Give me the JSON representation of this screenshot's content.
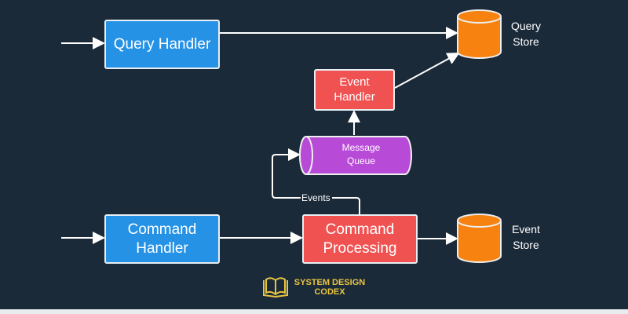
{
  "nodes": {
    "query_handler": "Query Handler",
    "command_handler": "Command Handler",
    "event_handler": "Event Handler",
    "command_processing": "Command Processing",
    "message_queue": "Message Queue",
    "query_store": "Query Store",
    "event_store": "Event Store"
  },
  "edges": {
    "events_label": "Events"
  },
  "logo": {
    "line1": "SYSTEM DESIGN",
    "line2": "CODEX"
  },
  "colors": {
    "background": "#1b2a39",
    "handler": "#2592e6",
    "processing": "#f05252",
    "queue": "#b84ad8",
    "store": "#f7820f",
    "logo": "#e8c440"
  }
}
